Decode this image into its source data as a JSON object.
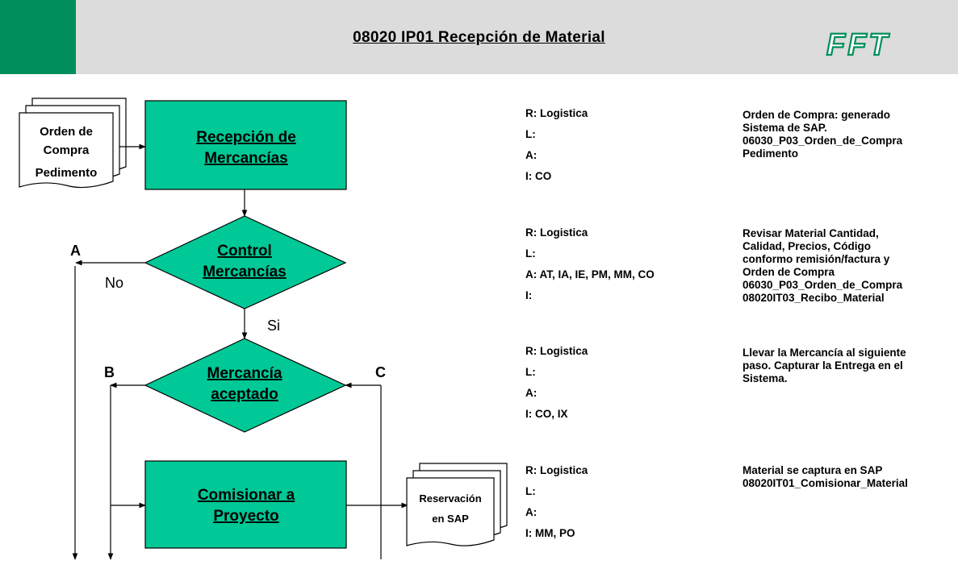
{
  "header": {
    "title": "08020 IP01 Recepción de Material",
    "logo_text": "FFT",
    "accent_color": "#008f5a",
    "background_color": "#dcdcdc"
  },
  "colors": {
    "node_fill": "#00c896",
    "stroke": "#000000"
  },
  "diagram": {
    "doc_orden": [
      "Orden de",
      "Compra",
      "Pedimento"
    ],
    "proc_recepcion": [
      "Recepción de",
      "Mercancías"
    ],
    "dec_control": [
      "Control",
      "Mercancías"
    ],
    "dec_aceptado": [
      "Mercancía",
      "aceptado"
    ],
    "proc_comisionar": [
      "Comisionar a",
      "Proyecto"
    ],
    "doc_reservacion": [
      "Reservación",
      "en SAP"
    ],
    "label_no": "No",
    "label_si": "Si",
    "connector_a": "A",
    "connector_b": "B",
    "connector_c": "C"
  },
  "steps": [
    {
      "roles": [
        "R: Logistica",
        "L:",
        "A:",
        "I: CO"
      ],
      "description": [
        "Orden de Compra: generado",
        "Sistema de SAP.",
        "06030_P03_Orden_de_Compra",
        "Pedimento"
      ]
    },
    {
      "roles": [
        "R: Logistica",
        "L:",
        "A: AT, IA, IE, PM, MM, CO",
        "I:"
      ],
      "description": [
        "Revisar Material Cantidad,",
        "Calidad, Precios, Código",
        "conformo remisión/factura y",
        "Orden de Compra",
        "06030_P03_Orden_de_Compra",
        "08020IT03_Recibo_Material"
      ]
    },
    {
      "roles": [
        "R: Logistica",
        "L:",
        "A:",
        "I: CO, IX"
      ],
      "description": [
        "Llevar la Mercancía al siguiente",
        "paso. Capturar la Entrega en el",
        "Sistema."
      ]
    },
    {
      "roles": [
        "R: Logistica",
        "L:",
        "A:",
        "I: MM, PO"
      ],
      "description": [
        "Material se captura en SAP",
        "08020IT01_Comisionar_Material"
      ]
    }
  ]
}
